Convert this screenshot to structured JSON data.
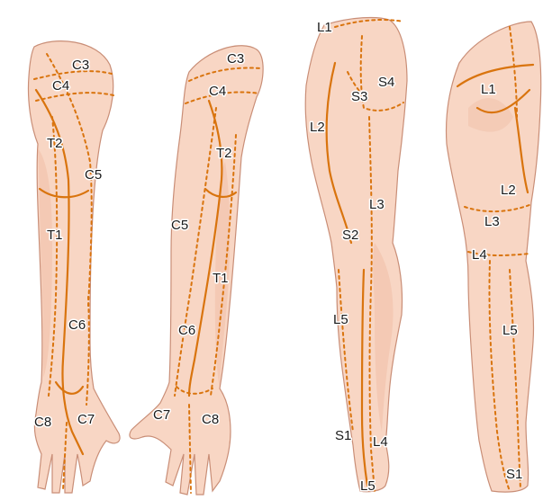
{
  "colors": {
    "skin_fill": "#f8d6c4",
    "skin_shadow": "#f0bfa8",
    "skin_outline": "#c98e77",
    "nerve_line": "#d9740e",
    "label_text": "#1a1a1a",
    "background": "#ffffff"
  },
  "figures": [
    {
      "name": "arm-posterior",
      "labels": [
        "C3",
        "C4",
        "T2",
        "C5",
        "T1",
        "C6",
        "C8",
        "C7"
      ]
    },
    {
      "name": "arm-anterior",
      "labels": [
        "C3",
        "C4",
        "T2",
        "C5",
        "T1",
        "C6",
        "C7",
        "C8"
      ]
    },
    {
      "name": "leg-anterior",
      "labels": [
        "L1",
        "S4",
        "S3",
        "L2",
        "L3",
        "S2",
        "L5",
        "S1",
        "L4",
        "L5"
      ]
    },
    {
      "name": "leg-posterior",
      "labels": [
        "L1",
        "L2",
        "L3",
        "L4",
        "L5",
        "S1"
      ]
    }
  ]
}
